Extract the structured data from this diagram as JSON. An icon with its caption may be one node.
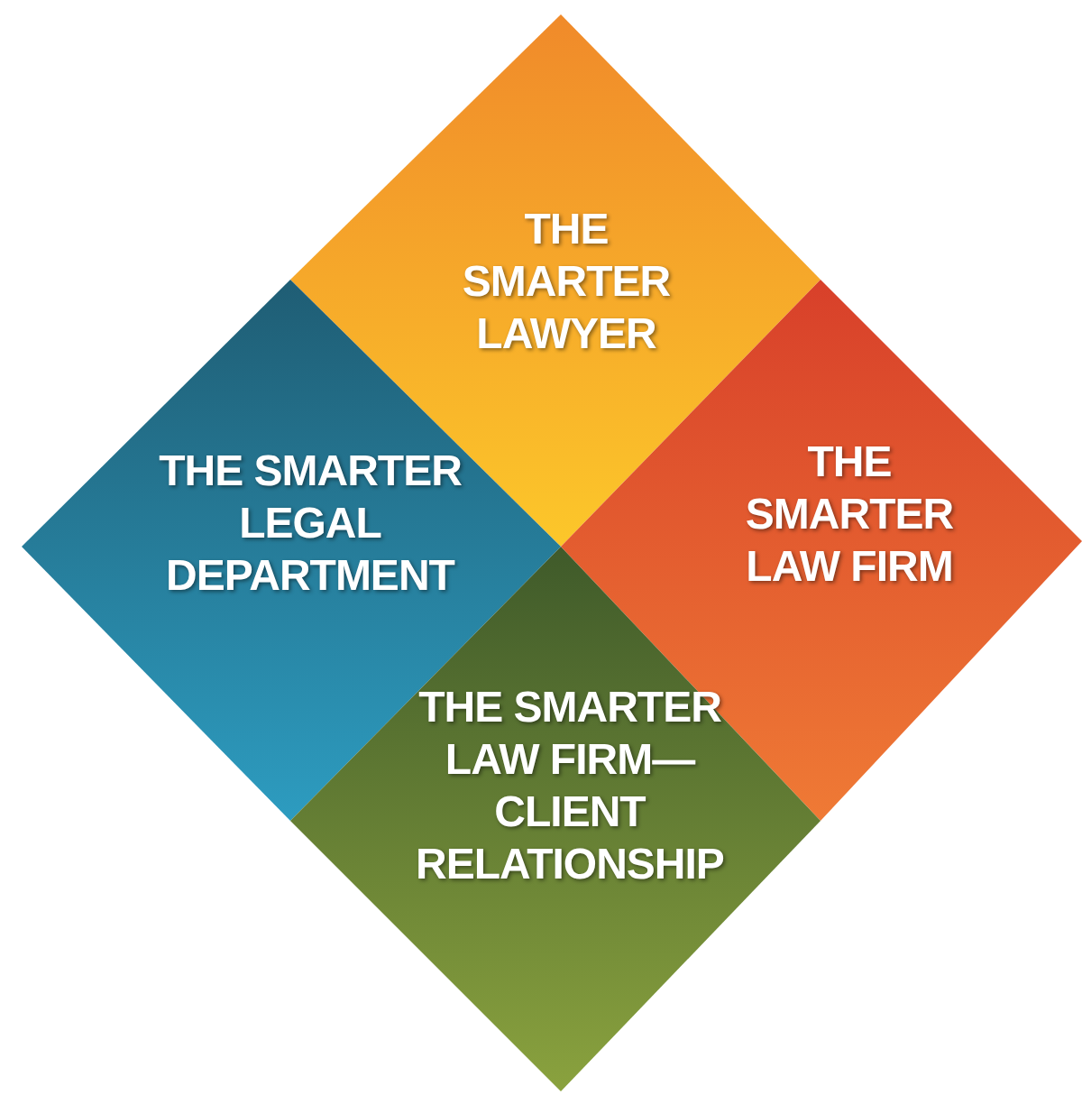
{
  "diagram": {
    "nodes": [
      {
        "text": [
          "THE SMARTER LAWYER"
        ]
      },
      {
        "text": [
          "THE SMARTER LAW FIRM"
        ]
      },
      {
        "text": [
          "THE SMARTER LEGAL DEPARTMENT"
        ]
      },
      {
        "text": [
          "THE SMARTER LAW FIRM— CLIENT RELATIONSHIP"
        ]
      }
    ],
    "edges": []
  }
}
